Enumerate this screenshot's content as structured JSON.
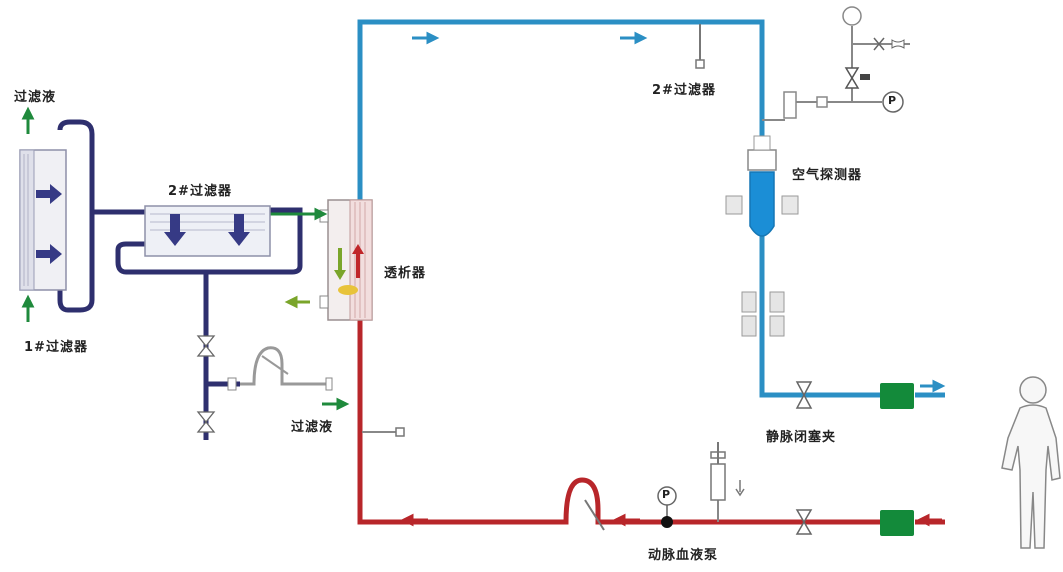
{
  "labels": {
    "filtrate_top": "过滤液",
    "filter_1": "1#过滤器",
    "filter_2_left": "2#过滤器",
    "filter_2_top": "2#过滤器",
    "dialyzer": "透析器",
    "filtrate_bottom": "过滤液",
    "air_detector": "空气探测器",
    "venous_clamp": "静脉闭塞夹",
    "arterial_pump": "动脉血液泵",
    "pressure_gauge": "P"
  },
  "colors": {
    "venous_line": "#2b8fc4",
    "arterial_line": "#b8262a",
    "dialysate_line": "#2e2f6e",
    "filtrate_arrow": "#1f8a3c",
    "connector": "#138a3a"
  }
}
